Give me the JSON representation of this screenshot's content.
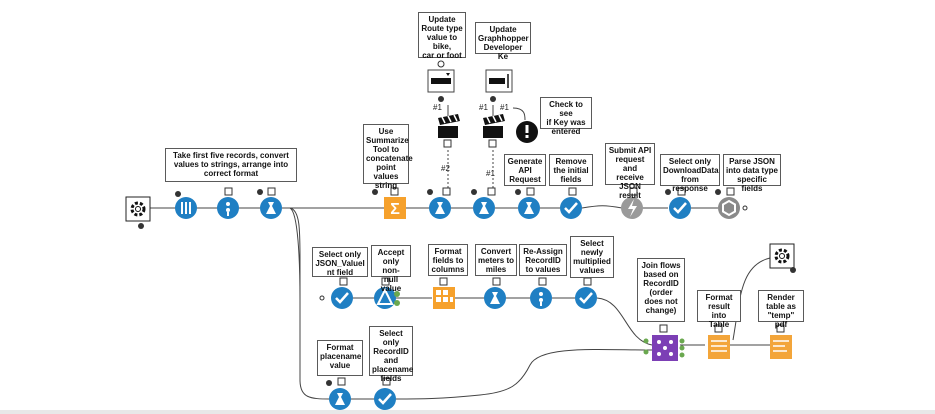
{
  "annotations": {
    "n_first5": "Take first five records, convert\nvalues to strings, arrange into\ncorrect format",
    "n_route": "Update\nRoute type\nvalue to bike,\ncar or foot",
    "n_grapho": "Update\nGraphhopper\nDeveloper Ke",
    "n_checkkey": "Check to see\nif Key was\nentered",
    "n_summarize": "Use\nSummarize\nTool to\nconcatenate\npoint values\nstring",
    "n_generate": "Generate\nAPI\nRequest",
    "n_remove": "Remove\nthe initial\nfields",
    "n_submit": "Submit API\nrequest and\nreceive\nJSON result",
    "n_download": "Select only\nDownloadData\nfrom response",
    "n_parse": "Parse JSON\ninto data type\nspecific fields",
    "n_jsonval": "Select only\nJSON_ValueI\nnt field",
    "n_accept": "Accept\nonly non-\nnull value",
    "n_format": "Format\nfields to\ncolumns",
    "n_convert": "Convert\nmeters to\nmiles",
    "n_reassign": "Re-Assign\nRecordID\nto values",
    "n_newly": "Select\nnewly\nmultiplied\nvalues",
    "n_join": "Join flows\nbased on\nRecordID\n(order\ndoes not\nchange)",
    "n_table": "Format\nresult into\nTable",
    "n_render": "Render\ntable as\n\"temp\" pdf",
    "n_placename": "Format\nplacename\nvalue",
    "n_recordid": "Select only\nRecordID\nand\nplacename\nfields"
  },
  "labels": {
    "hash1a": "#1",
    "hash1b": "#1",
    "hash1c": "#1",
    "hash1d": "#1",
    "hash2": "#2",
    "dashes": "—",
    "ellipsis": "..."
  },
  "icons": {
    "macro": "gear-icon",
    "sample": "test-tubes-icon",
    "formula": "flask-icon",
    "summarize": "sigma-icon",
    "select": "checkmark-icon",
    "download": "lightning-icon",
    "json": "hexagon-icon",
    "filter": "triangle-filter-icon",
    "crosstab": "grid-icon",
    "join": "join-icon",
    "table": "table-icon",
    "render": "render-icon",
    "action": "clapper-icon",
    "test": "exclamation-icon",
    "textbox": "textbox-icon"
  },
  "colors": {
    "blue": "#1f7fc3",
    "green": "#6aa84f",
    "orange": "#f6a12c",
    "purple": "#7c3fb5",
    "gray": "#8a8a8a",
    "black": "#1a1a1a"
  }
}
